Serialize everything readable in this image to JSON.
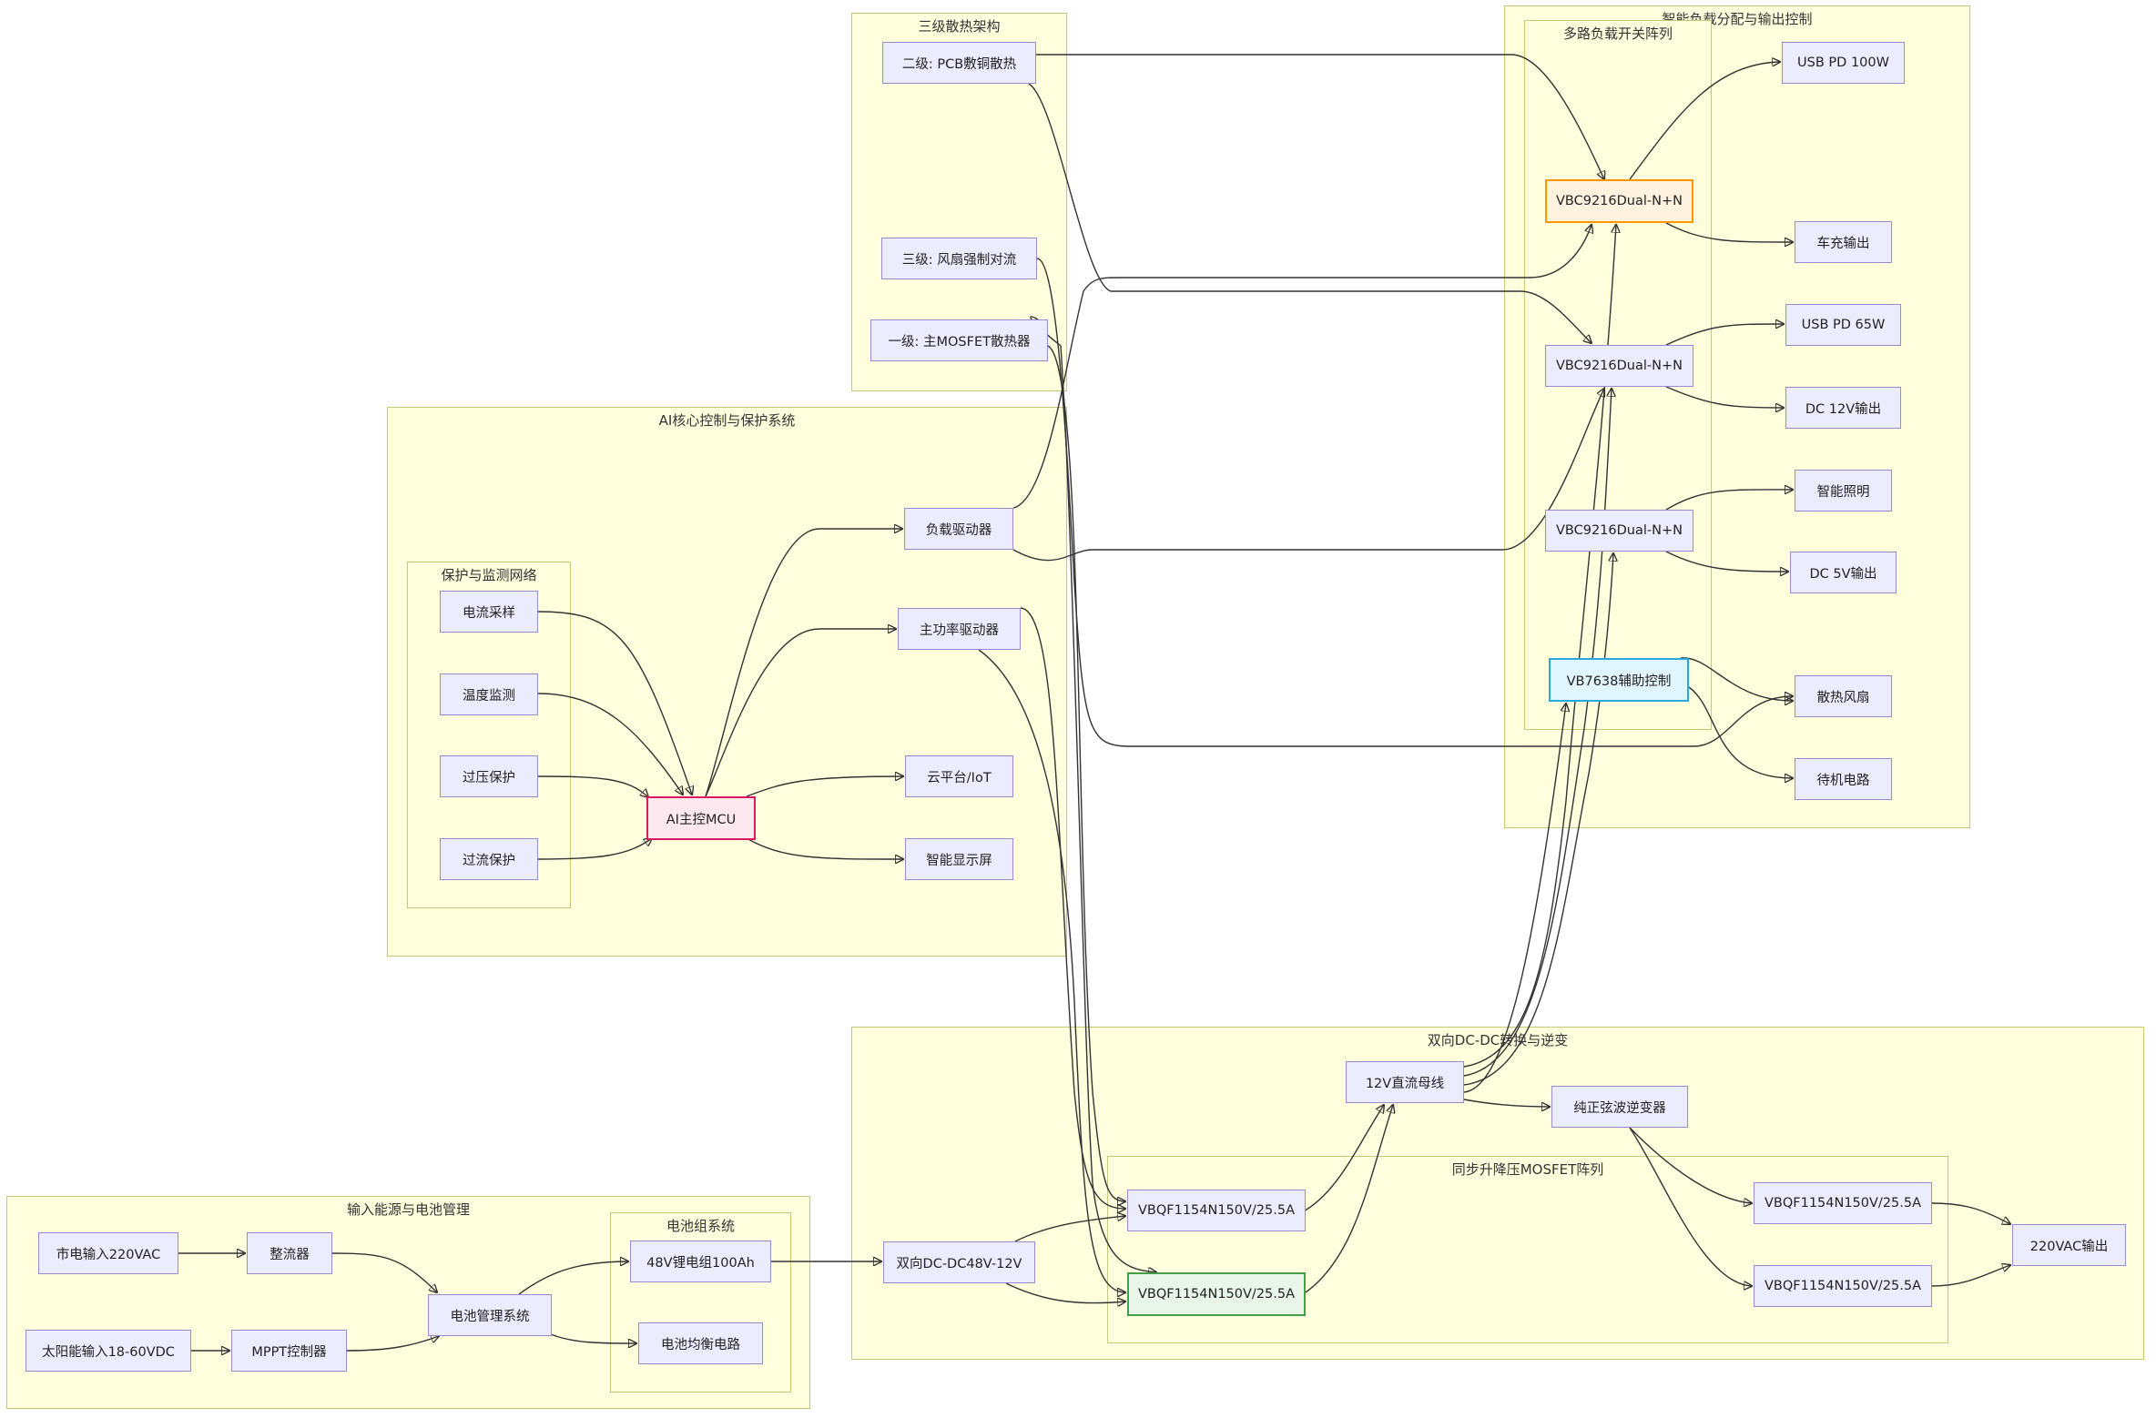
{
  "groups": {
    "g_heat": "三级散热架构",
    "g_load": "智能负载分配与输出控制",
    "g_switch": "多路负载开关阵列",
    "g_ai": "AI核心控制与保护系统",
    "g_prot": "保护与监测网络",
    "g_dcdc": "双向DC-DC转换与逆变",
    "g_sync": "同步升降压MOSFET阵列",
    "g_input": "输入能源与电池管理",
    "g_batt": "电池组系统"
  },
  "nodes": {
    "heat2": "二级: PCB敷铜散热",
    "heat3": "三级: 风扇强制对流",
    "heat1": "一级: 主MOSFET散热器",
    "vbc1": "VBC9216Dual-N+N",
    "vbc2": "VBC9216Dual-N+N",
    "vbc3": "VBC9216Dual-N+N",
    "vb7638": "VB7638辅助控制",
    "usbpd100": "USB PD 100W",
    "carout": "车充输出",
    "usbpd65": "USB PD 65W",
    "dc12": "DC 12V输出",
    "light": "智能照明",
    "dc5": "DC 5V输出",
    "fan": "散热风扇",
    "standby": "待机电路",
    "loaddrv": "负载驱动器",
    "maindrv": "主功率驱动器",
    "cur": "电流采样",
    "temp": "温度监测",
    "ovp": "过压保护",
    "ocp": "过流保护",
    "mcu": "AI主控MCU",
    "cloud": "云平台/IoT",
    "display": "智能显示屏",
    "bus12": "12V直流母线",
    "sine": "纯正弦波逆变器",
    "vbq1": "VBQF1154N150V/25.5A",
    "vbq2": "VBQF1154N150V/25.5A",
    "vbq3": "VBQF1154N150V/25.5A",
    "vbq4": "VBQF1154N150V/25.5A",
    "out220": "220VAC输出",
    "bidc": "双向DC-DC48V-12V",
    "grid": "市电输入220VAC",
    "rect": "整流器",
    "solar": "太阳能输入18-60VDC",
    "mppt": "MPPT控制器",
    "bms": "电池管理系统",
    "bat48": "48V锂电组100Ah",
    "balance": "电池均衡电路"
  }
}
